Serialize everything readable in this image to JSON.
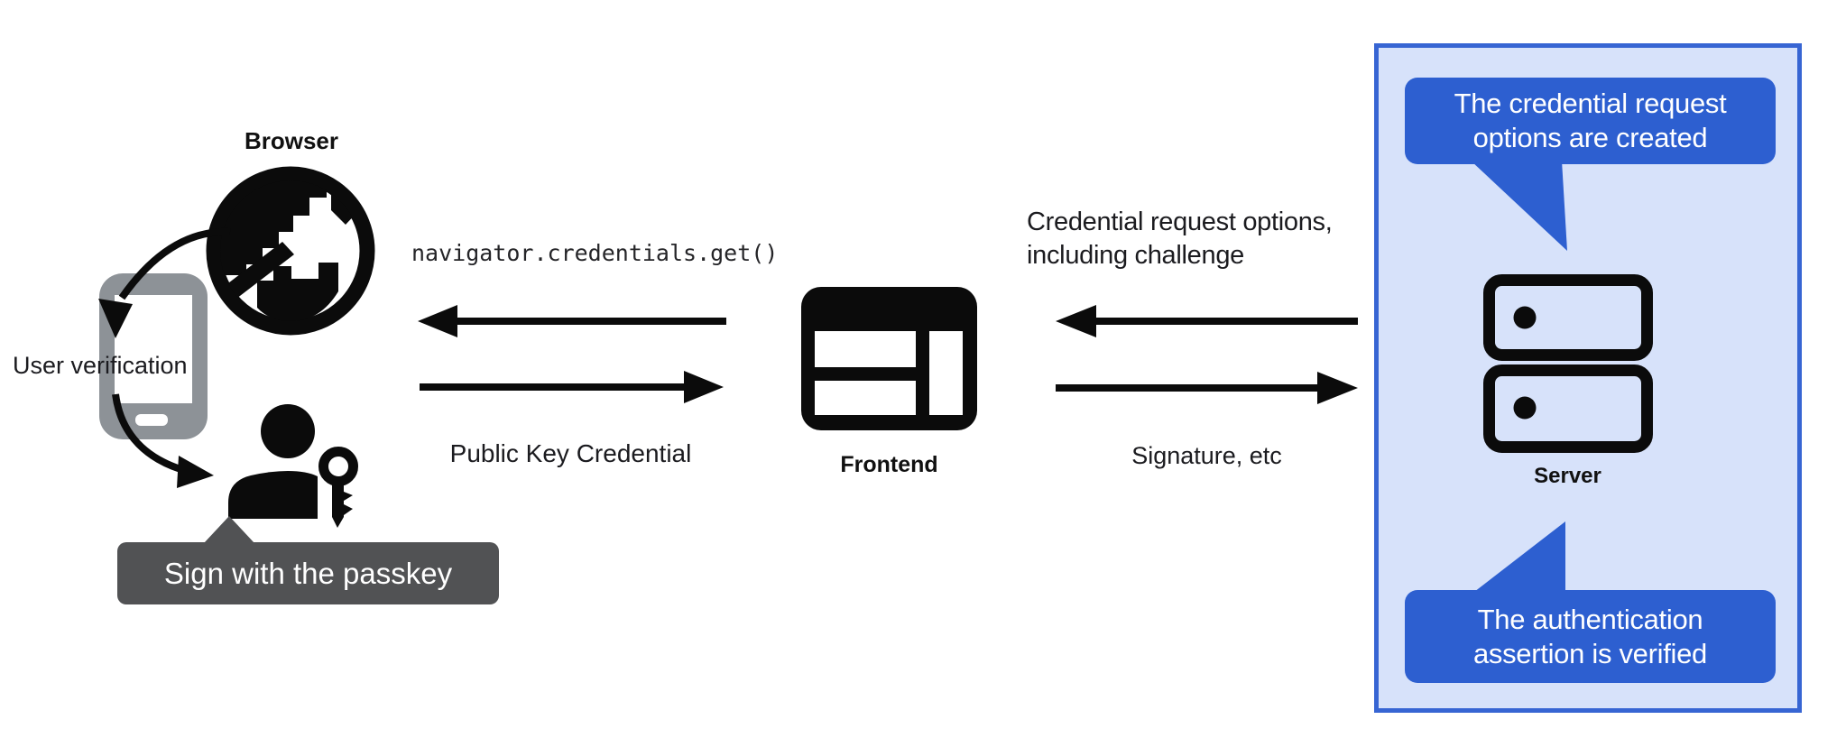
{
  "colors": {
    "ink": "#0b0b0b",
    "phone_gray": "#8d9297",
    "tooltip_gray": "#515254",
    "bubble_blue": "#2d5fd0",
    "panel_fill": "#d7e2fa",
    "panel_border": "#3765d3",
    "text_dark": "#1b1b1f",
    "white": "#ffffff"
  },
  "icons": {
    "globe": "globe-browser-icon",
    "phone": "smartphone-icon",
    "person_key": "person-with-passkey-icon",
    "frontend": "browser-window-icon",
    "server": "server-stack-icon"
  },
  "left": {
    "browser_label": "Browser",
    "user_verification_label": "User verification",
    "passkey_tooltip": "Sign with the passkey"
  },
  "middle": {
    "code_text": "navigator.credentials.get()",
    "public_key_label": "Public Key Credential",
    "frontend_label": "Frontend"
  },
  "right": {
    "request_options_label": "Credential request options,\nincluding challenge",
    "signature_label": "Signature, etc",
    "server_label": "Server",
    "bubble_top": "The credential request\noptions are created",
    "bubble_bottom": "The authentication\nassertion is verified"
  }
}
